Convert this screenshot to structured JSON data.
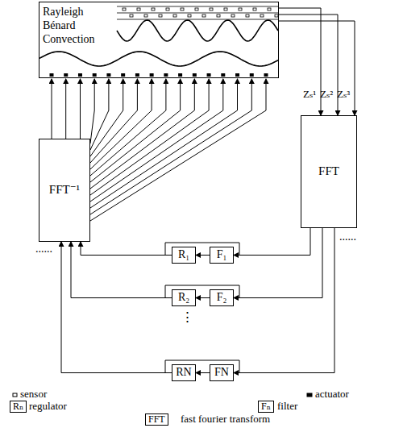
{
  "diagram": {
    "nodes": [
      {
        "text": [
          "Rayleigh Bénard Convection"
        ]
      },
      {
        "text": [
          "FFT⁻¹"
        ]
      },
      {
        "text": [
          "FFT"
        ]
      },
      {
        "text": [
          "R₁"
        ]
      },
      {
        "text": [
          "F₁"
        ]
      },
      {
        "text": [
          "R₂"
        ]
      },
      {
        "text": [
          "F₂"
        ]
      },
      {
        "text": [
          "RN"
        ]
      },
      {
        "text": [
          "FN"
        ]
      }
    ],
    "edges": [
      {
        "from": 1,
        "to": 0,
        "arrow": "to"
      },
      {
        "from": 0,
        "to": 2,
        "arrow": "to"
      },
      {
        "from": 2,
        "to": 4,
        "arrow": "to"
      },
      {
        "from": 4,
        "to": 3,
        "arrow": "to"
      },
      {
        "from": 3,
        "to": 1,
        "arrow": "to"
      },
      {
        "from": 2,
        "to": 6,
        "arrow": "to"
      },
      {
        "from": 6,
        "to": 5,
        "arrow": "to"
      },
      {
        "from": 5,
        "to": 1,
        "arrow": "to"
      },
      {
        "from": 2,
        "to": 8,
        "arrow": "to"
      },
      {
        "from": 8,
        "to": 7,
        "arrow": "to"
      },
      {
        "from": 7,
        "to": 1,
        "arrow": "to"
      }
    ],
    "labels": [
      "Zₛ¹",
      "Zₛ²",
      "Zₛ³",
      "......",
      "......",
      "⋮",
      "Rₙ",
      "Fₙ",
      "FFT"
    ],
    "legend": [
      {
        "text": "sensor"
      },
      {
        "text": "actuator"
      },
      {
        "text": "regulator"
      },
      {
        "text": "filter"
      },
      {
        "text": "fast fourier transform"
      }
    ]
  }
}
